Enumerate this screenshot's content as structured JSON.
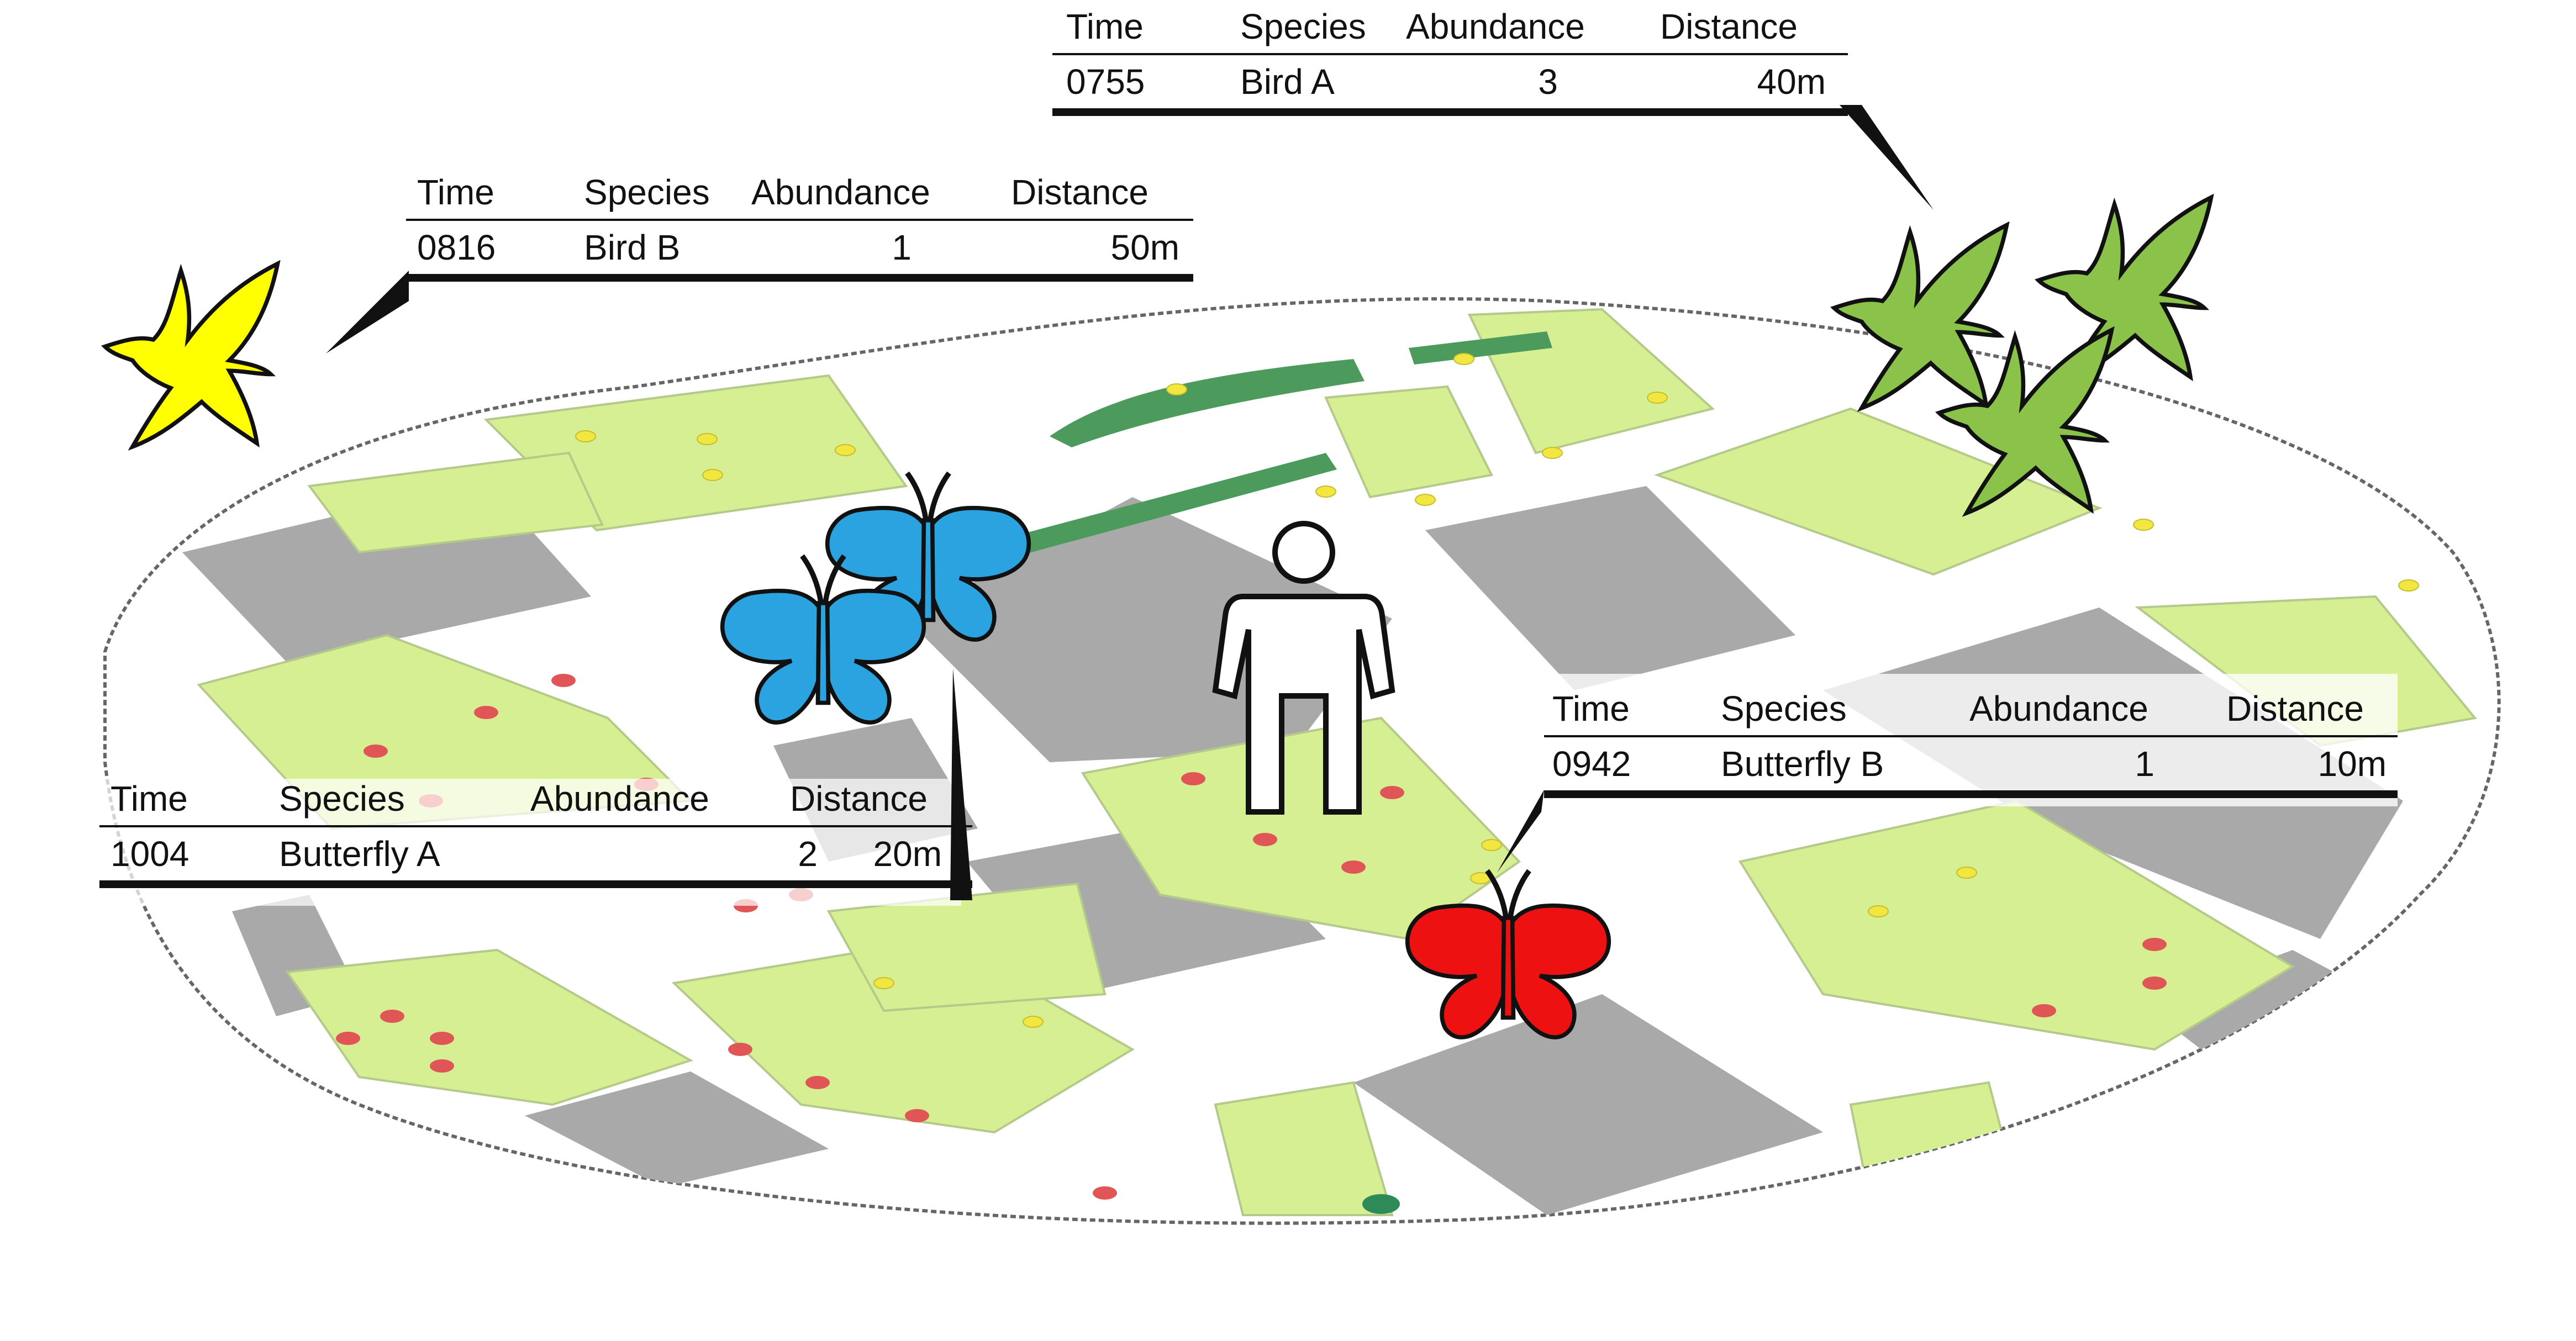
{
  "colors": {
    "road": "#ffffff",
    "building": "#a9a9a9",
    "park": "#d6ef92",
    "dark_green": "#4c9a5c",
    "red_dot": "#e05555",
    "yellow_dot": "#f2e640",
    "bird_a": "#8bc34a",
    "bird_b": "#ffff00",
    "butterfly_a": "#2aa3e0",
    "butterfly_b": "#ee1111",
    "outline": "#111111"
  },
  "icons": [
    "observer-icon",
    "bird-icon",
    "butterfly-icon"
  ],
  "tables": {
    "bird_a": {
      "headers": {
        "time": "Time",
        "species": "Species",
        "abundance": "Abundance",
        "distance": "Distance"
      },
      "row": {
        "time": "0755",
        "species": "Bird A",
        "abundance": "3",
        "distance": "40m"
      }
    },
    "bird_b": {
      "headers": {
        "time": "Time",
        "species": "Species",
        "abundance": "Abundance",
        "distance": "Distance"
      },
      "row": {
        "time": "0816",
        "species": "Bird B",
        "abundance": "1",
        "distance": "50m"
      }
    },
    "butterfly_a": {
      "headers": {
        "time": "Time",
        "species": "Species",
        "abundance": "Abundance",
        "distance": "Distance"
      },
      "row": {
        "time": "1004",
        "species": "Butterfly A",
        "abundance": "2",
        "distance": "20m"
      }
    },
    "butterfly_b": {
      "headers": {
        "time": "Time",
        "species": "Species",
        "abundance": "Abundance",
        "distance": "Distance"
      },
      "row": {
        "time": "0942",
        "species": "Butterfly B",
        "abundance": "1",
        "distance": "10m"
      }
    }
  }
}
